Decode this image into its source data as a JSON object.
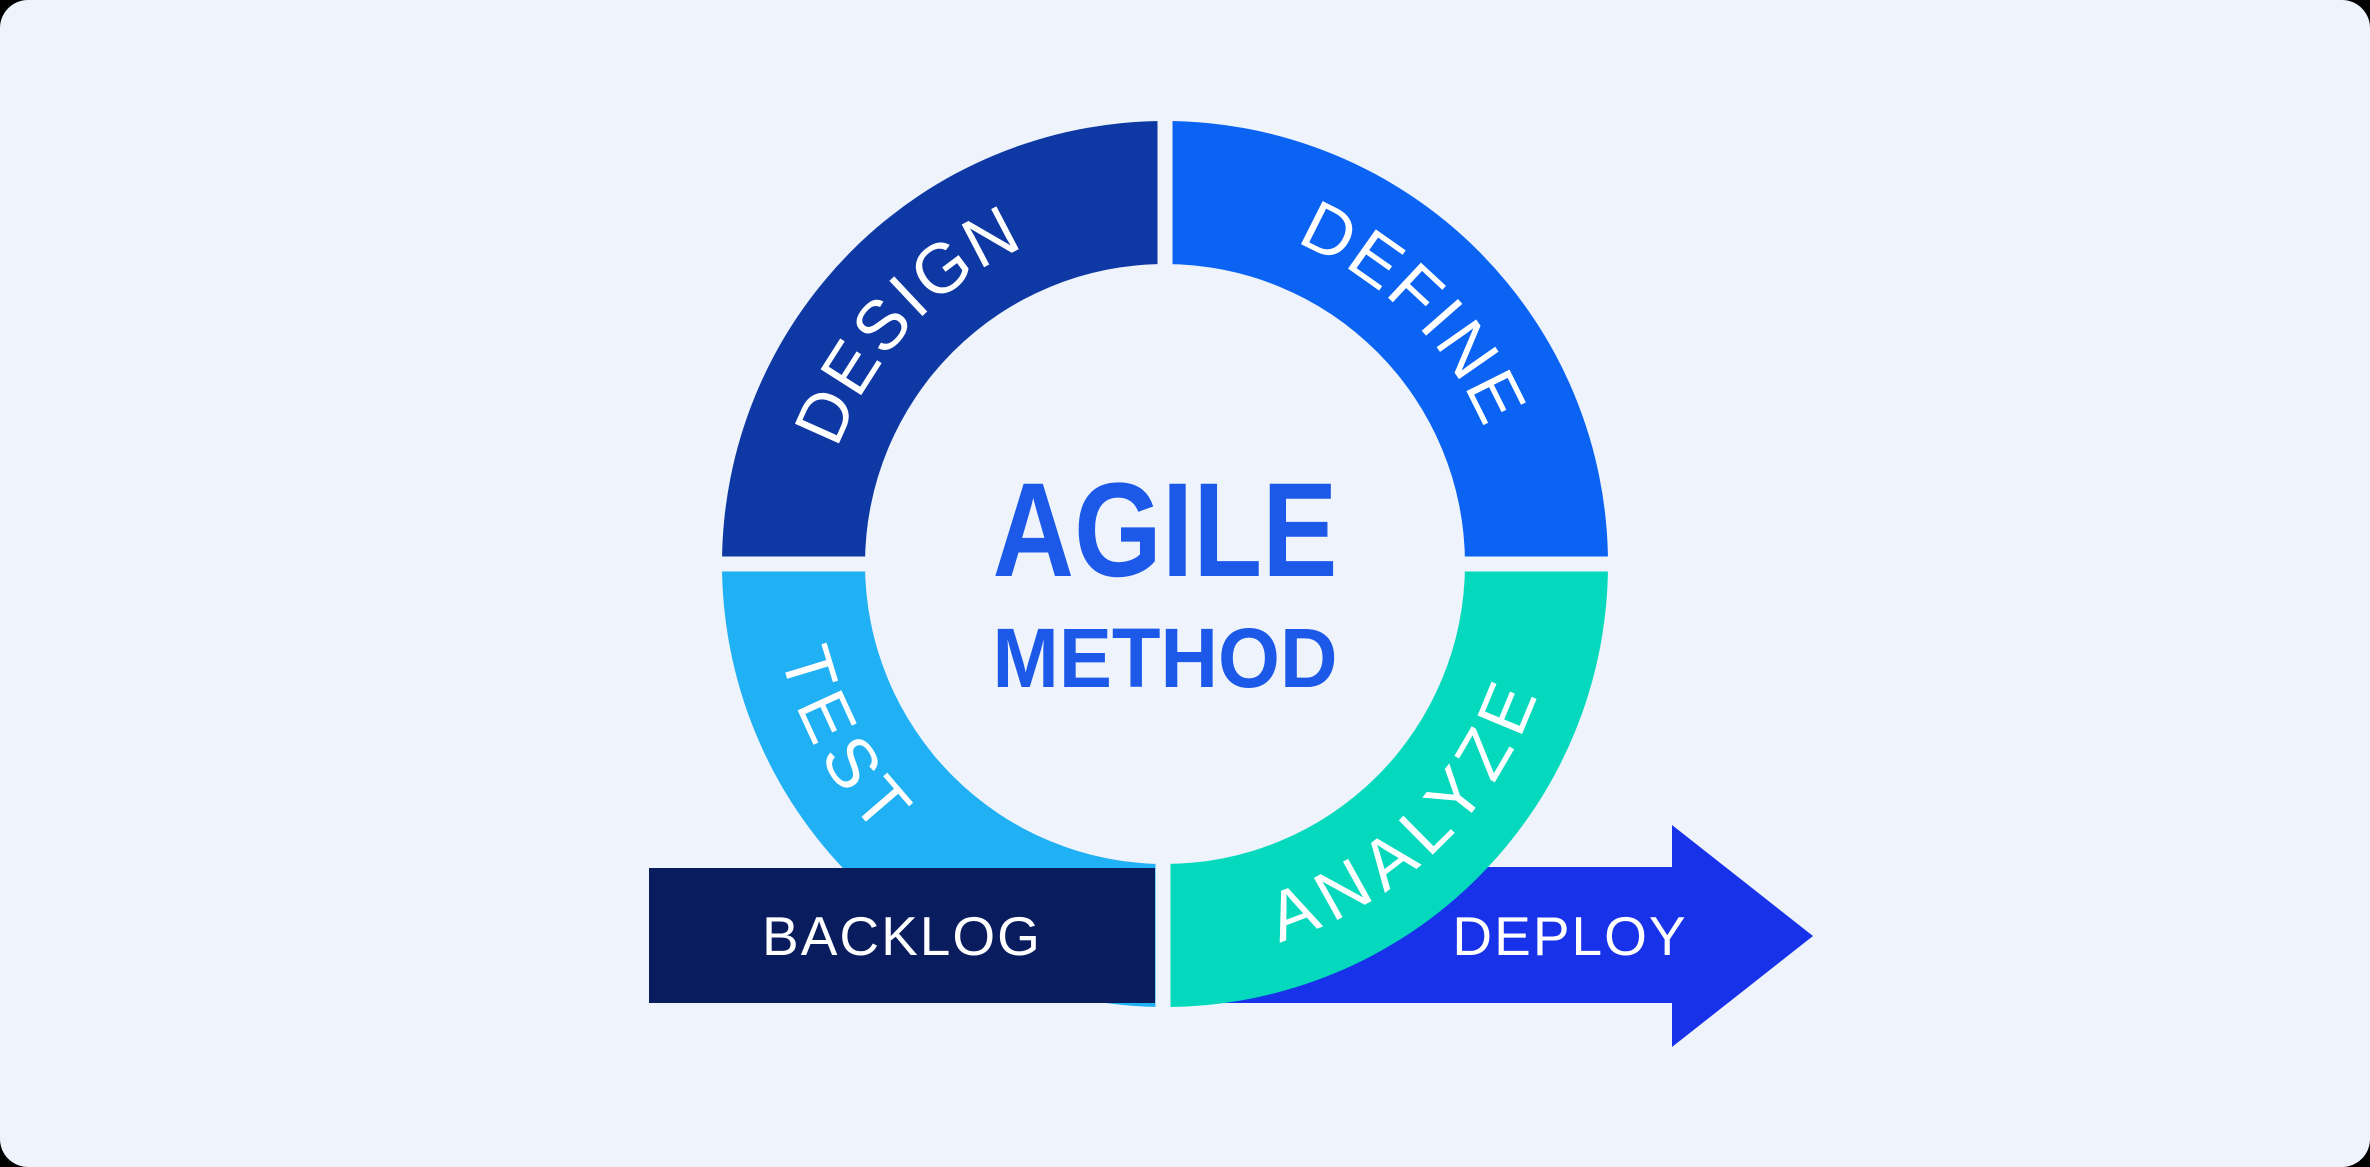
{
  "background": {
    "color": "#eef3fc",
    "corner_color": "#000000"
  },
  "cycle": {
    "center_title": "AGILE",
    "center_subtitle": "METHOD",
    "center_text_color": "#1c59e8",
    "label_color": "#ffffff",
    "segments": [
      {
        "label": "DESIGN",
        "position": "top-left",
        "color": "#0e39a4"
      },
      {
        "label": "DEFINE",
        "position": "top-right",
        "color": "#0a63f2"
      },
      {
        "label": "TEST",
        "position": "bottom-left",
        "color": "#20b0f4"
      },
      {
        "label": "ANALYZE",
        "position": "bottom-right",
        "color": "#05d9bd"
      }
    ]
  },
  "backlog": {
    "label": "BACKLOG",
    "color": "#081c5e",
    "text_color": "#ffffff"
  },
  "deploy": {
    "label": "DEPLOY",
    "color": "#1732e8",
    "text_color": "#ffffff"
  }
}
